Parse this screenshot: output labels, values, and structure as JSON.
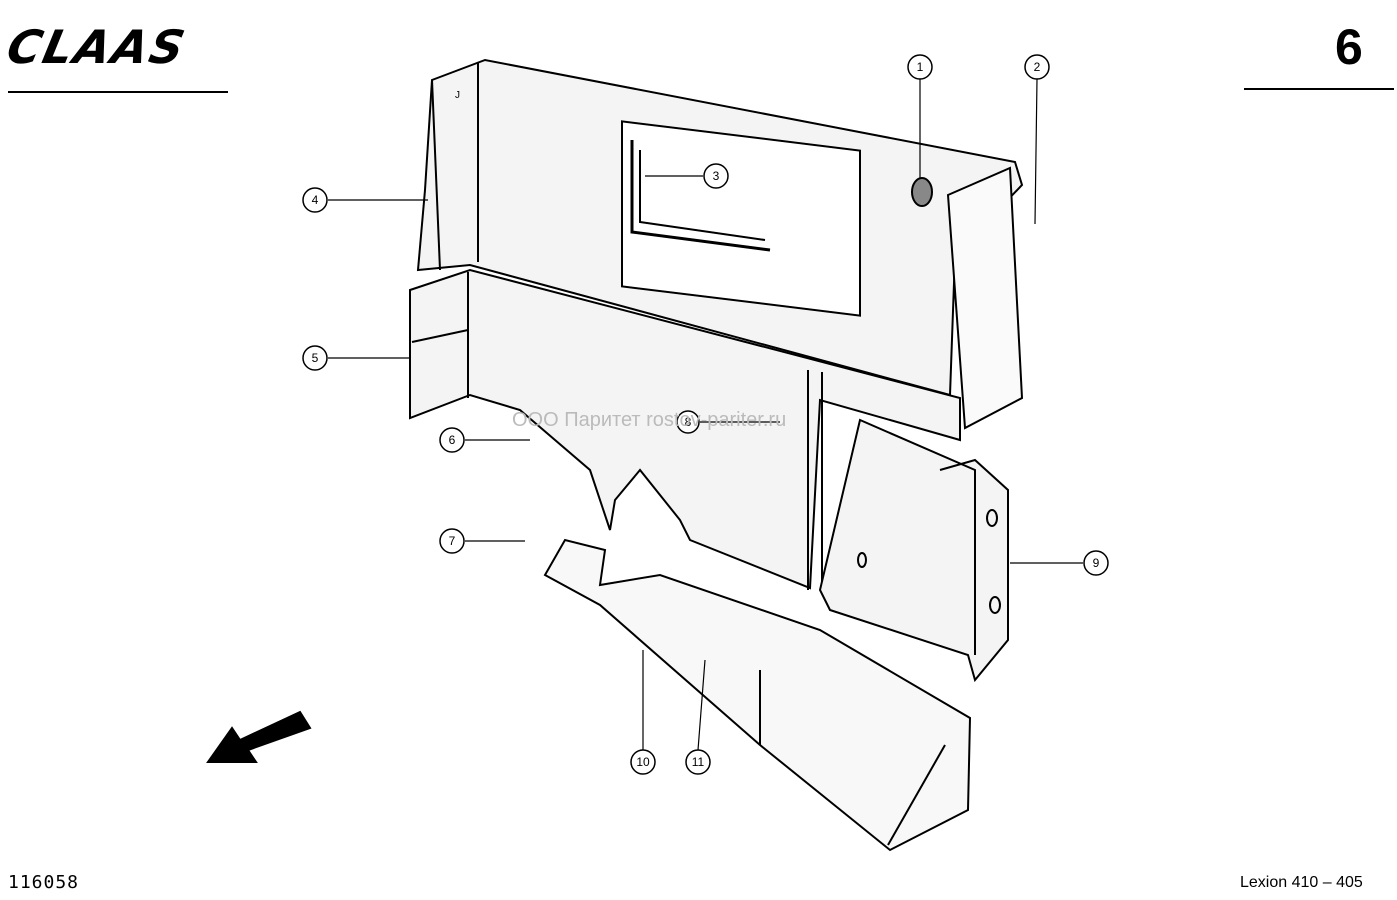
{
  "header": {
    "logo_text": "CLAAS",
    "page_number": "6"
  },
  "footer": {
    "document_number": "116058",
    "model": "Lexion 410 – 405"
  },
  "watermark": {
    "text": "ООО Паритет",
    "text_tail": "rostov-pariter.ru"
  },
  "callouts": [
    "1",
    "2",
    "3",
    "4",
    "5",
    "6",
    "7",
    "8",
    "9",
    "10",
    "11"
  ],
  "panel_labels": {
    "tag_j": "J"
  }
}
